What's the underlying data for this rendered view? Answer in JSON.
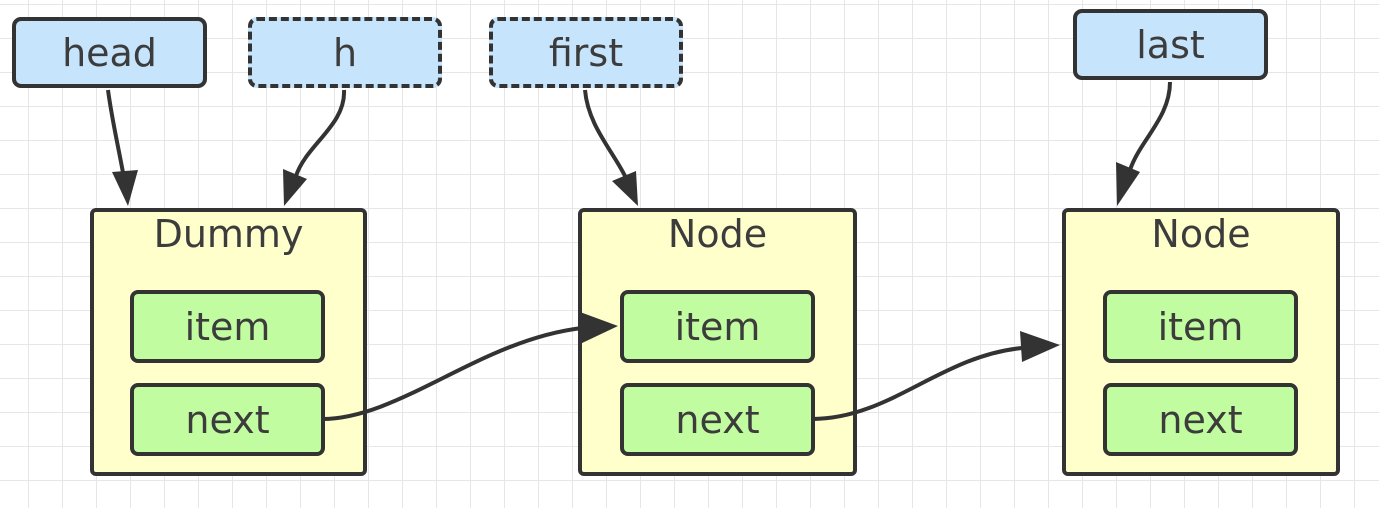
{
  "colors": {
    "pointer_fill": "#c6e4fb",
    "node_fill": "#ffffcc",
    "field_fill": "#c2fca0",
    "stroke": "#333333",
    "text": "#3c3c3c"
  },
  "pointers": {
    "head": {
      "label": "head",
      "border": "solid"
    },
    "h": {
      "label": "h",
      "border": "dashed"
    },
    "first": {
      "label": "first",
      "border": "dashed"
    },
    "last": {
      "label": "last",
      "border": "solid"
    }
  },
  "nodes": [
    {
      "title": "Dummy",
      "item": "item",
      "next": "next"
    },
    {
      "title": "Node",
      "item": "item",
      "next": "next"
    },
    {
      "title": "Node",
      "item": "item",
      "next": "next"
    }
  ],
  "edges": [
    {
      "from": "head",
      "to": "node-dummy"
    },
    {
      "from": "h",
      "to": "node-dummy"
    },
    {
      "from": "first",
      "to": "node-1"
    },
    {
      "from": "last",
      "to": "node-2"
    },
    {
      "from": "node-dummy.next",
      "to": "node-1.item"
    },
    {
      "from": "node-1.next",
      "to": "node-2"
    }
  ]
}
